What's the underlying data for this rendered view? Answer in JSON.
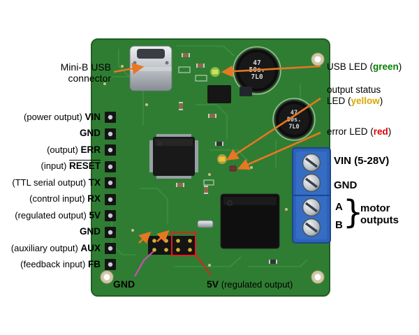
{
  "colors": {
    "arrow_orange": "#e87722",
    "green_text": "#008000",
    "yellow_text": "#d8a800",
    "red_text": "#e00000",
    "pcb_green": "#2f7d32",
    "terminal_blue": "#2d62b8",
    "gnd_line_magenta": "#c94fb0",
    "fivev_line_red": "#e02020"
  },
  "usb_label": {
    "line1": "Mini-B USB",
    "line2": "connector"
  },
  "left_pins": [
    {
      "prefix": "(power output) ",
      "name": "VIN"
    },
    {
      "prefix": "",
      "name": "GND"
    },
    {
      "prefix": "(output) ",
      "name": "ERR"
    },
    {
      "prefix": "(input) ",
      "name": "RESET"
    },
    {
      "prefix": "(TTL serial output) ",
      "name": "TX"
    },
    {
      "prefix": "(control input) ",
      "name": "RX"
    },
    {
      "prefix": "(regulated output) ",
      "name": "5V"
    },
    {
      "prefix": "",
      "name": "GND"
    },
    {
      "prefix": "(auxiliary output) ",
      "name": "AUX"
    },
    {
      "prefix": "(feedback input) ",
      "name": "FB"
    }
  ],
  "bottom": {
    "gnd": "GND",
    "fivev": "5V",
    "fivev_suffix": " (regulated output)"
  },
  "right": {
    "usb_led": {
      "prefix": "USB LED (",
      "word": "green",
      "suffix": ")"
    },
    "status_led": {
      "line1": "output status",
      "prefix": "LED (",
      "word": "yellow",
      "suffix": ")"
    },
    "error_led": {
      "prefix": "error LED (",
      "word": "red",
      "suffix": ")"
    },
    "vin": "VIN (5-28V)",
    "gnd": "GND",
    "a": "A",
    "b": "B",
    "brace": "}",
    "motor_line1": "motor",
    "motor_line2": "outputs"
  },
  "capacitor_text": {
    "line1": "47",
    "line2": "50s.",
    "line3": "7L0"
  }
}
